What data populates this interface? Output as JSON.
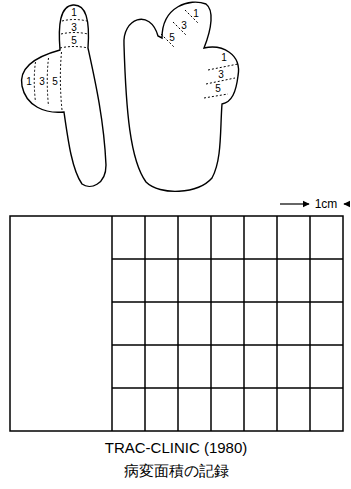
{
  "diagram": {
    "labels": [
      "1",
      "3",
      "5",
      "1",
      "3",
      "5",
      "5",
      "3",
      "1",
      "1",
      "3",
      "5",
      "1cm",
      "TRAC-CLINIC (1980)",
      "病変面積の記録"
    ]
  }
}
